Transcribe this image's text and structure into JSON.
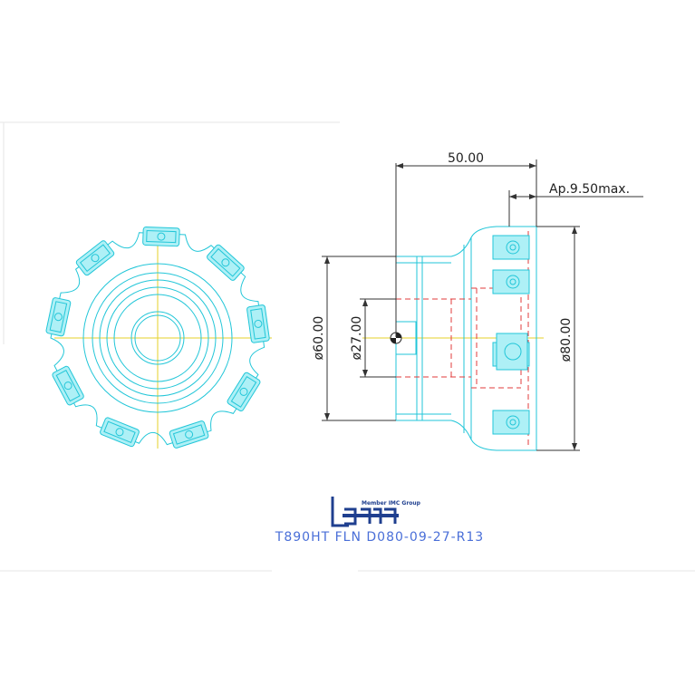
{
  "dimensions": {
    "length": "50.00",
    "ap_max": "Ap.9.50max.",
    "shank_diameter": "ø60.00",
    "bore_diameter": "ø27.00",
    "cutting_diameter": "ø80.00"
  },
  "logo": {
    "tagline": "Member IMC Group",
    "brand": "iscar"
  },
  "part_number": "T890HT FLN D080-09-27-R13",
  "colors": {
    "outline": "#22c6d8",
    "fill": "#aef0f6",
    "dimension": "#333333",
    "hidden": "#e23b3b",
    "centerline": "#e6d22a",
    "title": "#4a6fd8"
  }
}
